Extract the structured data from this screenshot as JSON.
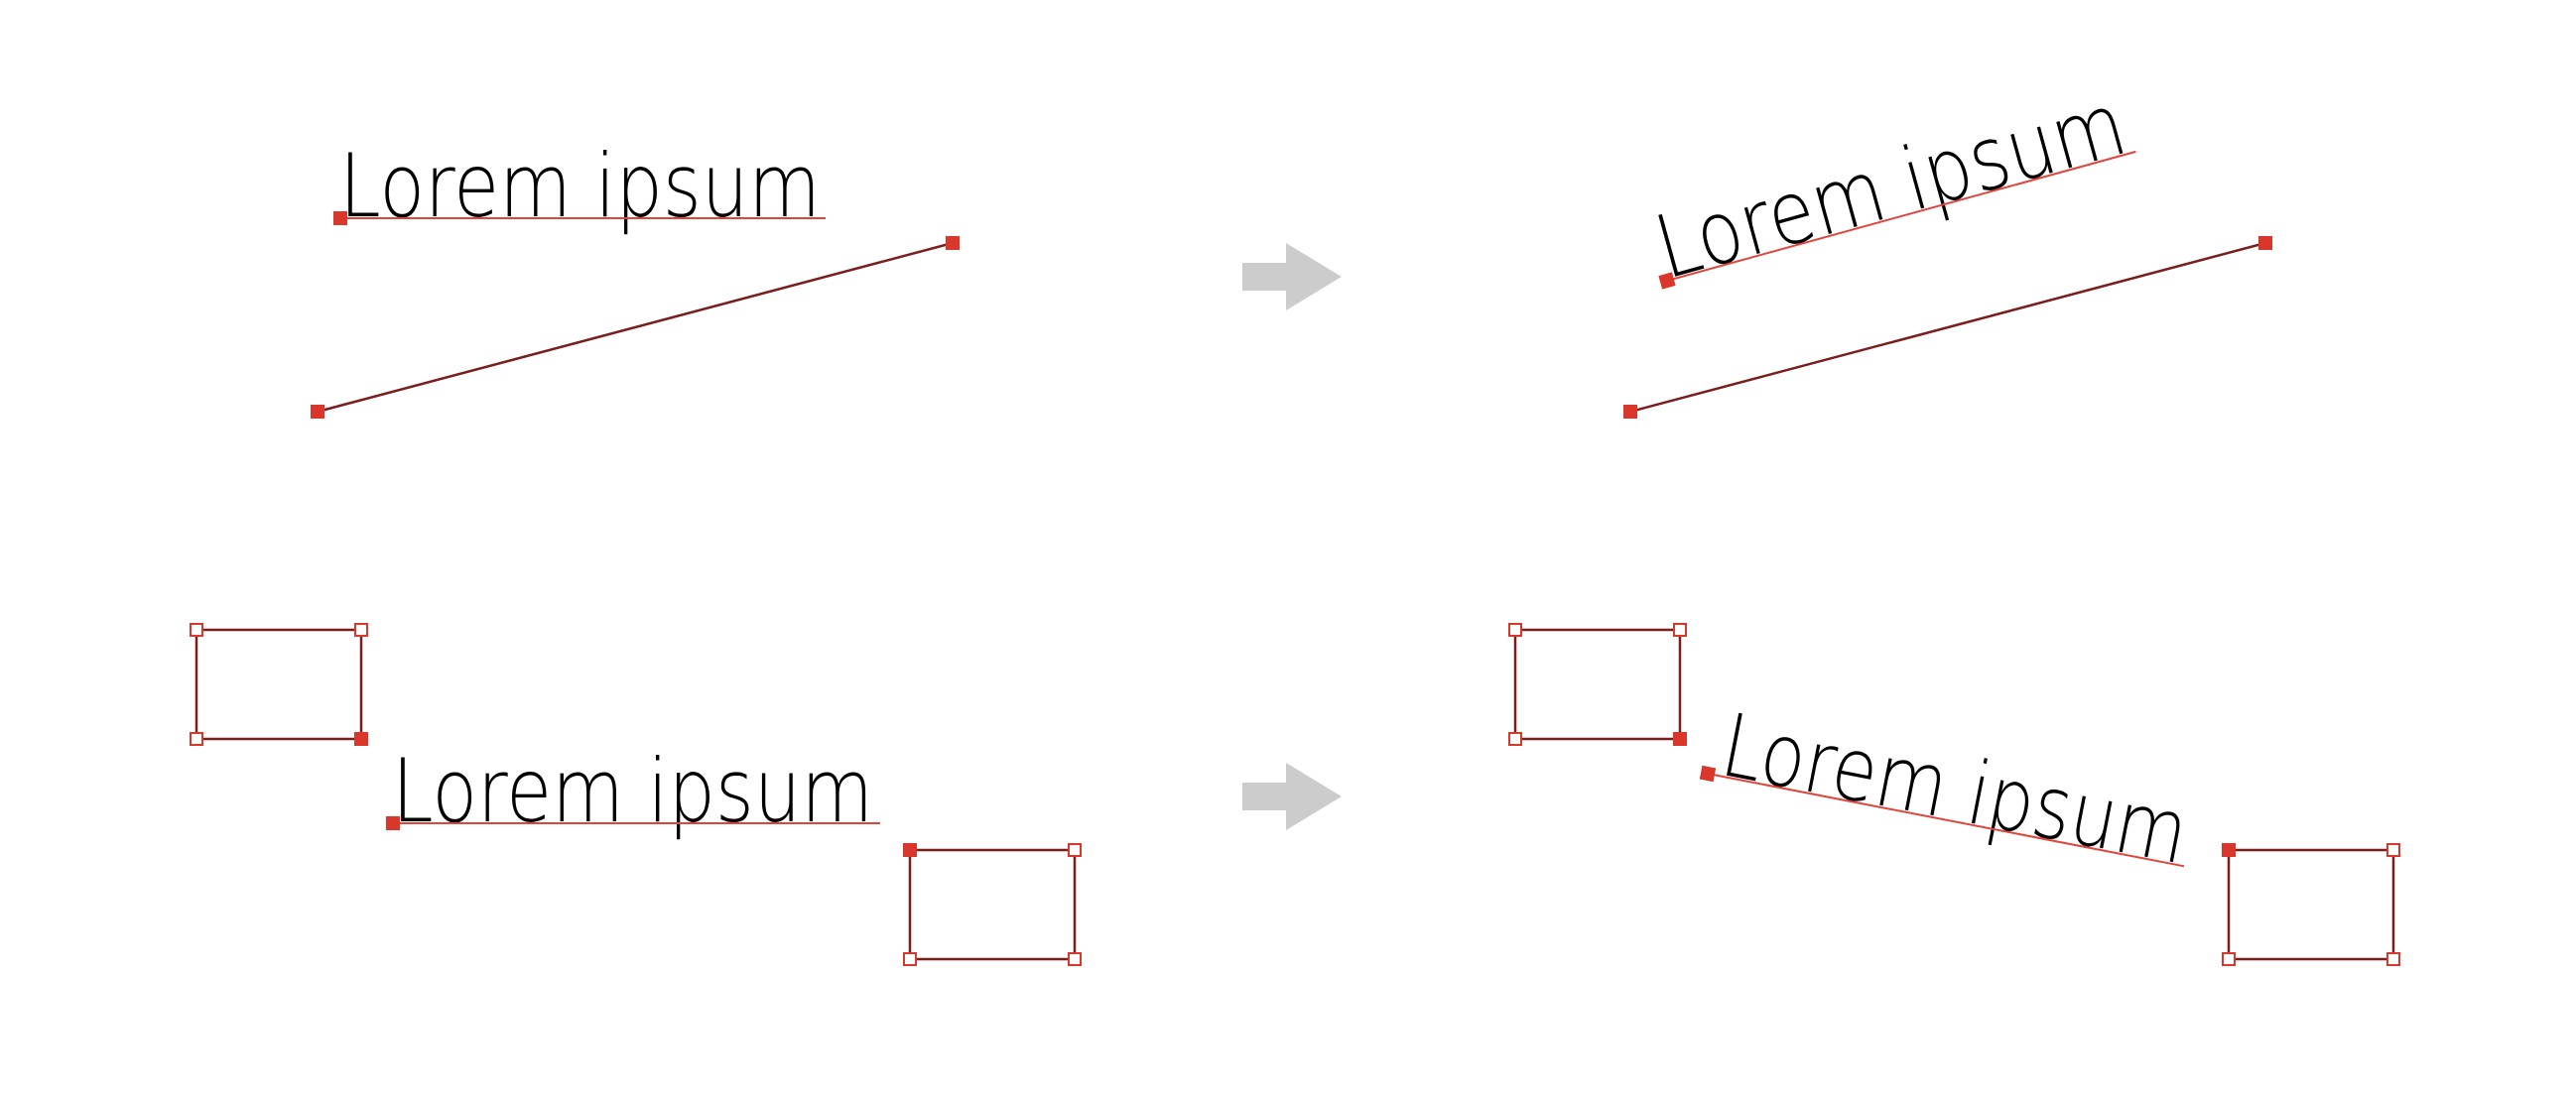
{
  "colors": {
    "background": "#ffffff",
    "guide_line": "#7a1d1d",
    "baseline": "#e0443a",
    "anchor_handle": "#d9362c",
    "hollow_handle_fill": "#ffffff",
    "text": "#000000",
    "arrow": "#cccccc"
  },
  "panels": {
    "top_before": {
      "text": "Lorem ipsum"
    },
    "top_after": {
      "text": "Lorem ipsum"
    },
    "bottom_before": {
      "text": "Lorem ipsum"
    },
    "bottom_after": {
      "text": "Lorem ipsum"
    }
  },
  "icons": {
    "transform_arrow": "arrow-right-icon",
    "anchor": "square-handle-icon"
  }
}
